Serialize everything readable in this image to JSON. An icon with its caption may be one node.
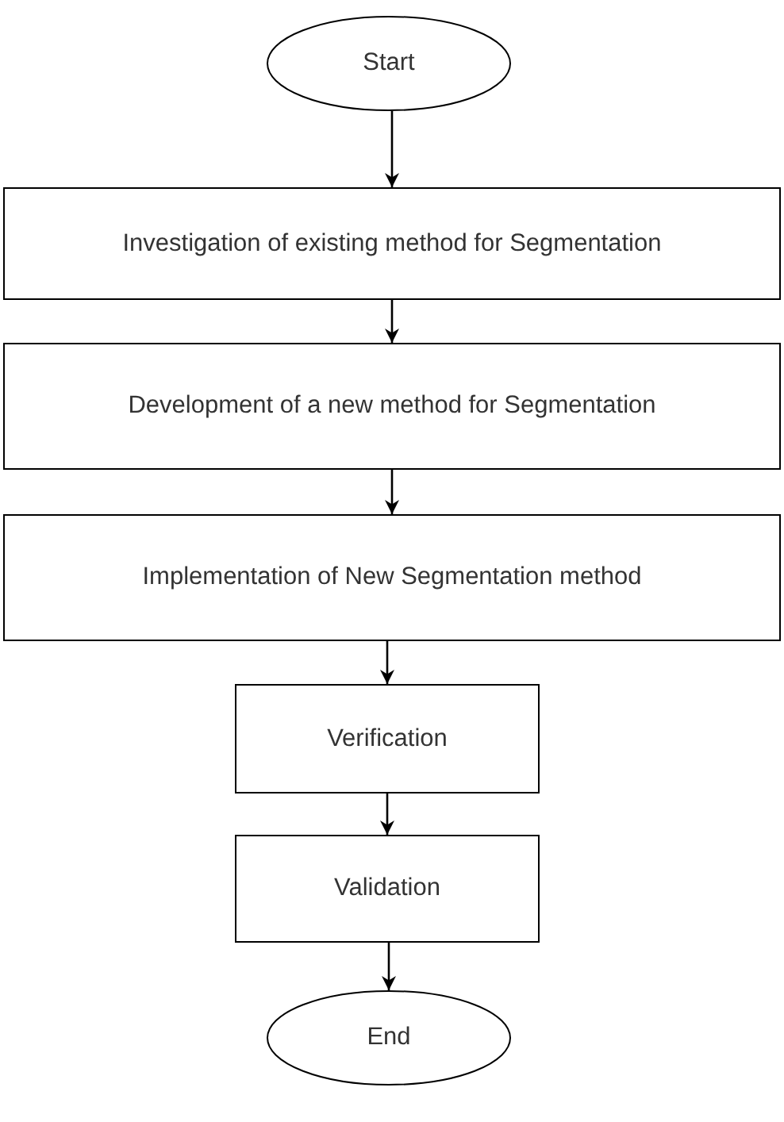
{
  "diagram": {
    "nodes": [
      {
        "text": [
          "Start"
        ]
      },
      {
        "text": [
          "Investigation of existing method for Segmentation"
        ]
      },
      {
        "text": [
          "Development of a new method for Segmentation"
        ]
      },
      {
        "text": [
          "Implementation of New Segmentation method"
        ]
      },
      {
        "text": [
          "Verification"
        ]
      },
      {
        "text": [
          "Validation"
        ]
      },
      {
        "text": [
          "End"
        ]
      }
    ],
    "edges": [
      {
        "from": 0,
        "to": 1,
        "arrow": "to"
      },
      {
        "from": 1,
        "to": 2,
        "arrow": "to"
      },
      {
        "from": 2,
        "to": 3,
        "arrow": "to"
      },
      {
        "from": 3,
        "to": 4,
        "arrow": "to"
      },
      {
        "from": 4,
        "to": 5,
        "arrow": "to"
      },
      {
        "from": 5,
        "to": 6,
        "arrow": "to"
      }
    ]
  }
}
